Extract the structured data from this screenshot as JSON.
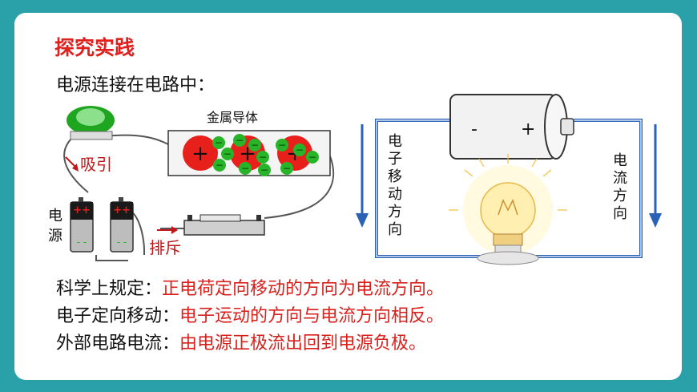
{
  "heading": "探究实践",
  "intro": "电源连接在电路中：",
  "left_diagram": {
    "conductor_label": "金属导体",
    "attract_label": "吸引",
    "repel_label": "排斥",
    "battery_label_line1": "电",
    "battery_label_line2": "源",
    "plus_sign": "++",
    "minus_sign": "- -",
    "ion_symbol": "+",
    "electron_symbol": "−"
  },
  "right_diagram": {
    "battery_minus": "-",
    "battery_plus": "+",
    "electron_direction": [
      "电",
      "子",
      "移",
      "动",
      "方",
      "向"
    ],
    "current_direction": [
      "电",
      "流",
      "方",
      "向"
    ]
  },
  "rules": [
    {
      "key": "科学上规定：",
      "value": "正电荷定向移动的方向为电流方向。"
    },
    {
      "key": "电子定向移动：",
      "value": "电子运动的方向与电流方向相反。"
    },
    {
      "key": "外部电路电流：",
      "value": "由电源正极流出回到电源负极。"
    }
  ],
  "colors": {
    "background": "#2aa0a8",
    "accent_red": "#d8201c",
    "wire_blue": "#2a62b8",
    "ion_red": "#e8201c",
    "electron_green": "#28b428"
  }
}
